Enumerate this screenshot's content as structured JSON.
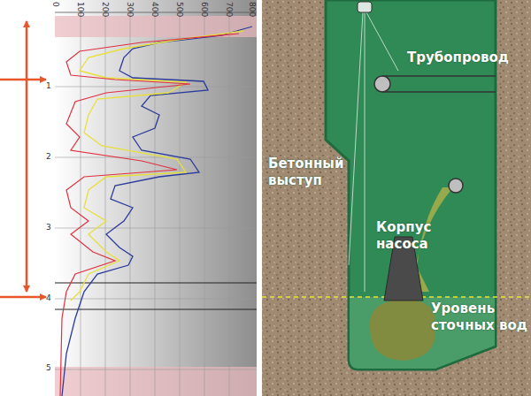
{
  "diagram": {
    "labels": [
      "0",
      "100",
      "200",
      "300",
      "400",
      "500",
      "600",
      "700",
      "800",
      "1",
      "2",
      "3",
      "4",
      "5",
      "Трубопровод",
      "Бетонный выступ",
      "Корпус насоса",
      "Уровень сточных вод"
    ]
  }
}
